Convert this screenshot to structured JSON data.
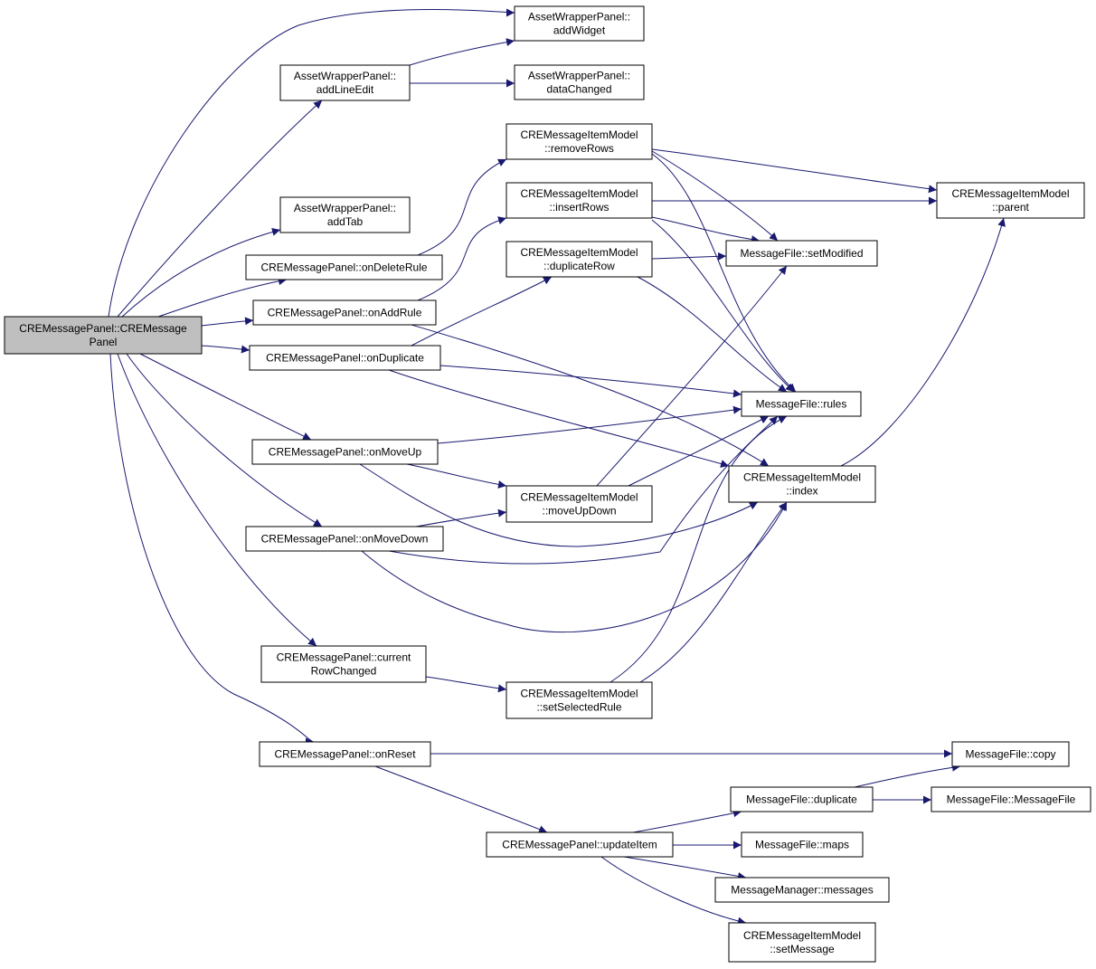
{
  "root": {
    "lines": [
      "CREMessagePanel::CREMessage",
      "Panel"
    ]
  },
  "nodes": {
    "addWidget": [
      "AssetWrapperPanel::",
      "addWidget"
    ],
    "addLineEdit": [
      "AssetWrapperPanel::",
      "addLineEdit"
    ],
    "dataChanged": [
      "AssetWrapperPanel::",
      "dataChanged"
    ],
    "addTab": [
      "AssetWrapperPanel::",
      "addTab"
    ],
    "removeRows": [
      "CREMessageItemModel",
      "::removeRows"
    ],
    "insertRows": [
      "CREMessageItemModel",
      "::insertRows"
    ],
    "duplicateRow": [
      "CREMessageItemModel",
      "::duplicateRow"
    ],
    "parent": [
      "CREMessageItemModel",
      "::parent"
    ],
    "setModified": [
      "MessageFile::setModified"
    ],
    "onDeleteRule": [
      "CREMessagePanel::onDeleteRule"
    ],
    "onAddRule": [
      "CREMessagePanel::onAddRule"
    ],
    "onDuplicate": [
      "CREMessagePanel::onDuplicate"
    ],
    "rules": [
      "MessageFile::rules"
    ],
    "onMoveUp": [
      "CREMessagePanel::onMoveUp"
    ],
    "index": [
      "CREMessageItemModel",
      "::index"
    ],
    "moveUpDown": [
      "CREMessageItemModel",
      "::moveUpDown"
    ],
    "onMoveDown": [
      "CREMessagePanel::onMoveDown"
    ],
    "currentRowChanged": [
      "CREMessagePanel::current",
      "RowChanged"
    ],
    "setSelectedRule": [
      "CREMessageItemModel",
      "::setSelectedRule"
    ],
    "onReset": [
      "CREMessagePanel::onReset"
    ],
    "copy": [
      "MessageFile::copy"
    ],
    "duplicate": [
      "MessageFile::duplicate"
    ],
    "messageFileCtor": [
      "MessageFile::MessageFile"
    ],
    "updateItem": [
      "CREMessagePanel::updateItem"
    ],
    "maps": [
      "MessageFile::maps"
    ],
    "messages": [
      "MessageManager::messages"
    ],
    "setMessage": [
      "CREMessageItemModel",
      "::setMessage"
    ]
  },
  "edges": [
    [
      "root",
      "addWidget"
    ],
    [
      "root",
      "addLineEdit"
    ],
    [
      "root",
      "addTab"
    ],
    [
      "root",
      "onDeleteRule"
    ],
    [
      "root",
      "onAddRule"
    ],
    [
      "root",
      "onDuplicate"
    ],
    [
      "root",
      "onMoveUp"
    ],
    [
      "root",
      "onMoveDown"
    ],
    [
      "root",
      "currentRowChanged"
    ],
    [
      "root",
      "onReset"
    ],
    [
      "addLineEdit",
      "addWidget"
    ],
    [
      "addLineEdit",
      "dataChanged"
    ],
    [
      "onDeleteRule",
      "removeRows"
    ],
    [
      "onAddRule",
      "insertRows"
    ],
    [
      "onAddRule",
      "index"
    ],
    [
      "onDuplicate",
      "duplicateRow"
    ],
    [
      "onDuplicate",
      "rules"
    ],
    [
      "onDuplicate",
      "index"
    ],
    [
      "removeRows",
      "parent"
    ],
    [
      "removeRows",
      "setModified"
    ],
    [
      "removeRows",
      "rules"
    ],
    [
      "insertRows",
      "parent"
    ],
    [
      "insertRows",
      "setModified"
    ],
    [
      "insertRows",
      "rules"
    ],
    [
      "duplicateRow",
      "setModified"
    ],
    [
      "duplicateRow",
      "rules"
    ],
    [
      "onMoveUp",
      "rules"
    ],
    [
      "onMoveUp",
      "moveUpDown"
    ],
    [
      "onMoveUp",
      "index"
    ],
    [
      "onMoveDown",
      "moveUpDown"
    ],
    [
      "onMoveDown",
      "rules"
    ],
    [
      "onMoveDown",
      "index"
    ],
    [
      "moveUpDown",
      "setModified"
    ],
    [
      "moveUpDown",
      "rules"
    ],
    [
      "index",
      "parent"
    ],
    [
      "currentRowChanged",
      "setSelectedRule"
    ],
    [
      "setSelectedRule",
      "rules"
    ],
    [
      "setSelectedRule",
      "index"
    ],
    [
      "onReset",
      "copy"
    ],
    [
      "onReset",
      "updateItem"
    ],
    [
      "updateItem",
      "duplicate"
    ],
    [
      "updateItem",
      "maps"
    ],
    [
      "updateItem",
      "messages"
    ],
    [
      "updateItem",
      "setMessage"
    ],
    [
      "duplicate",
      "copy"
    ],
    [
      "duplicate",
      "messageFileCtor"
    ]
  ],
  "colors": {
    "edge": "#191970",
    "root_fill": "#bfbfbf",
    "node_fill": "#ffffff",
    "border": "#000000"
  }
}
